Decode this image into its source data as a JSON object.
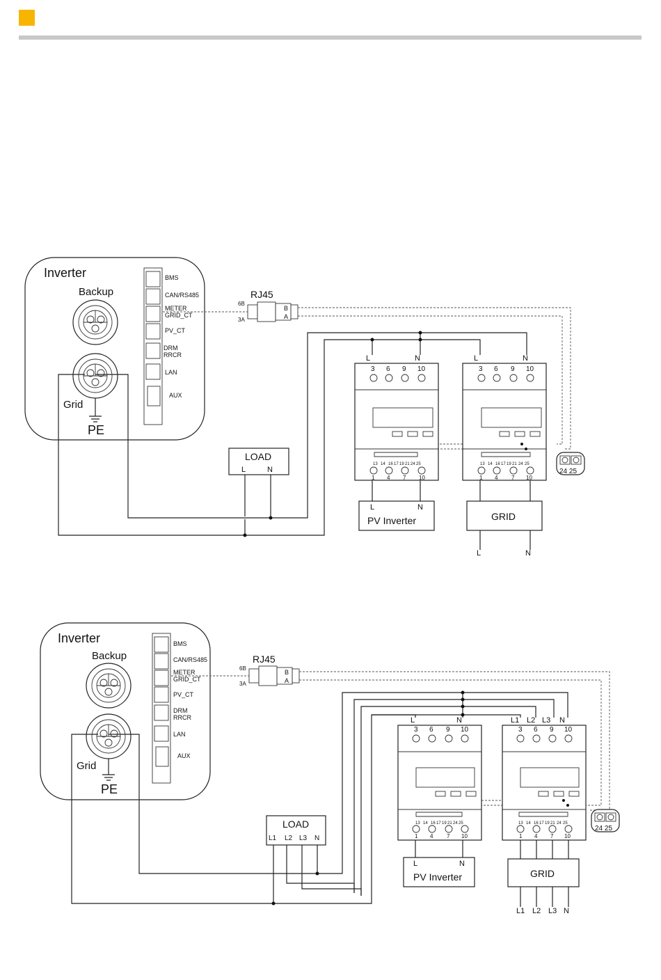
{
  "header": {
    "accent_color": "#f7b500",
    "rule_color": "#c8c8c8"
  },
  "diagram1": {
    "inverter_title": "Inverter",
    "backup_label": "Backup",
    "grid_label": "Grid",
    "pe_label": "PE",
    "ports": [
      "BMS",
      "CAN/RS485",
      "METER",
      "GRID_CT",
      "PV_CT",
      "DRM",
      "RRCR",
      "LAN",
      "AUX"
    ],
    "rj45": {
      "title": "RJ45",
      "pin_b": "6B",
      "pin_a": "3A",
      "term_b": "B",
      "term_a": "A"
    },
    "load": {
      "title": "LOAD",
      "terms": [
        "L",
        "N"
      ]
    },
    "meter_left": {
      "top_terms": [
        "L",
        "N"
      ],
      "top_nums": [
        "3",
        "6",
        "9",
        "10"
      ],
      "bottom_nums": [
        "1",
        "4",
        "7",
        "10"
      ],
      "comm_nums": [
        "13",
        "14",
        "16",
        "17",
        "19",
        "21",
        "24",
        "25"
      ]
    },
    "meter_right": {
      "top_terms": [
        "L",
        "N"
      ],
      "top_nums": [
        "3",
        "6",
        "9",
        "10"
      ],
      "bottom_nums": [
        "1",
        "4",
        "7",
        "10"
      ],
      "comm_nums": [
        "13",
        "14",
        "16",
        "17",
        "19",
        "21",
        "24",
        "25"
      ]
    },
    "inset_label": "24 25",
    "pv_inverter": {
      "title": "PV Inverter",
      "terms": [
        "L",
        "N"
      ]
    },
    "grid": {
      "title": "GRID",
      "terms": [
        "L",
        "N"
      ]
    }
  },
  "diagram2": {
    "inverter_title": "Inverter",
    "backup_label": "Backup",
    "grid_label": "Grid",
    "pe_label": "PE",
    "ports": [
      "BMS",
      "CAN/RS485",
      "METER",
      "GRID_CT",
      "PV_CT",
      "DRM",
      "RRCR",
      "LAN",
      "AUX"
    ],
    "rj45": {
      "title": "RJ45",
      "pin_b": "6B",
      "pin_a": "3A",
      "term_b": "B",
      "term_a": "A"
    },
    "load": {
      "title": "LOAD",
      "terms": [
        "L1",
        "L2",
        "L3",
        "N"
      ]
    },
    "meter_left": {
      "top_terms": [
        "L",
        "N"
      ],
      "top_nums": [
        "3",
        "6",
        "9",
        "10"
      ],
      "bottom_nums": [
        "1",
        "4",
        "7",
        "10"
      ],
      "comm_nums": [
        "13",
        "14",
        "16",
        "17",
        "19",
        "21",
        "24",
        "25"
      ]
    },
    "meter_right": {
      "top_terms": [
        "L1",
        "L2",
        "L3",
        "N"
      ],
      "top_nums": [
        "3",
        "6",
        "9",
        "10"
      ],
      "bottom_nums": [
        "1",
        "4",
        "7",
        "10"
      ],
      "comm_nums": [
        "13",
        "14",
        "16",
        "17",
        "19",
        "21",
        "24",
        "25"
      ]
    },
    "inset_label": "24 25",
    "pv_inverter": {
      "title": "PV Inverter",
      "terms": [
        "L",
        "N"
      ]
    },
    "grid": {
      "title": "GRID",
      "terms": [
        "L1",
        "L2",
        "L3",
        "N"
      ]
    }
  }
}
